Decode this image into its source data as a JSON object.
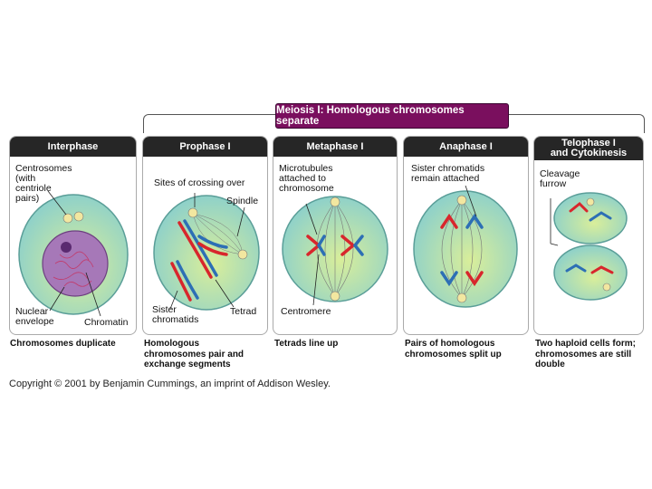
{
  "banner": "Meiosis I: Homologous chromosomes separate",
  "panels": [
    {
      "title": "Interphase",
      "labels": [
        "Centrosomes\n(with\ncentriole\npairs)",
        "Nuclear\nenvelope",
        "Chromatin"
      ],
      "caption": "Chromosomes duplicate"
    },
    {
      "title": "Prophase I",
      "labels": [
        "Sites of crossing over",
        "Spindle",
        "Sister\nchromatids",
        "Tetrad"
      ],
      "caption": "Homologous\nchromosomes pair and\nexchange segments"
    },
    {
      "title": "Metaphase I",
      "labels": [
        "Microtubules\nattached to\nchromosome",
        "Centromere"
      ],
      "caption": "Tetrads line up"
    },
    {
      "title": "Anaphase I",
      "labels": [
        "Sister chromatids\nremain attached"
      ],
      "caption": "Pairs of homologous\nchromosomes split up"
    },
    {
      "title": "Telophase I\nand Cytokinesis",
      "labels": [
        "Cleavage\nfurrow"
      ],
      "caption": "Two haploid cells form;\nchromosomes are still\ndouble"
    }
  ],
  "copyright": "Copyright © 2001 by Benjamin Cummings, an imprint of Addison Wesley.",
  "colors": {
    "banner": "#7a0f5e",
    "cell": "#8fd1c9",
    "cell_light": "#d9ee9a",
    "maternal": "#d8262c",
    "paternal": "#2d6fb5"
  }
}
